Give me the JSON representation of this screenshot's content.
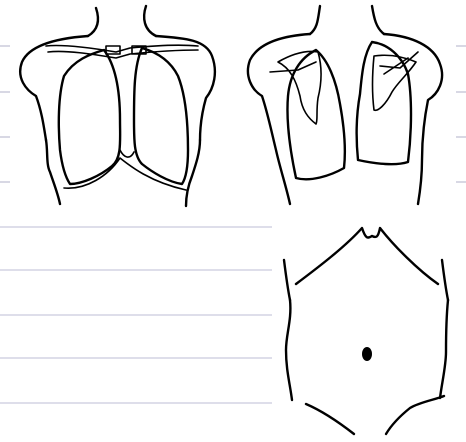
{
  "figures": [
    {
      "name": "chest-anterior-view",
      "icon": "anterior-thorax-lungs-icon"
    },
    {
      "name": "chest-posterior-view",
      "icon": "posterior-thorax-lungs-icon"
    },
    {
      "name": "abdomen-anterior-view",
      "icon": "abdomen-umbilicus-icon"
    }
  ],
  "colors": {
    "ink": "#000000",
    "ruled_line": "#bdbdd6",
    "background": "#ffffff"
  }
}
